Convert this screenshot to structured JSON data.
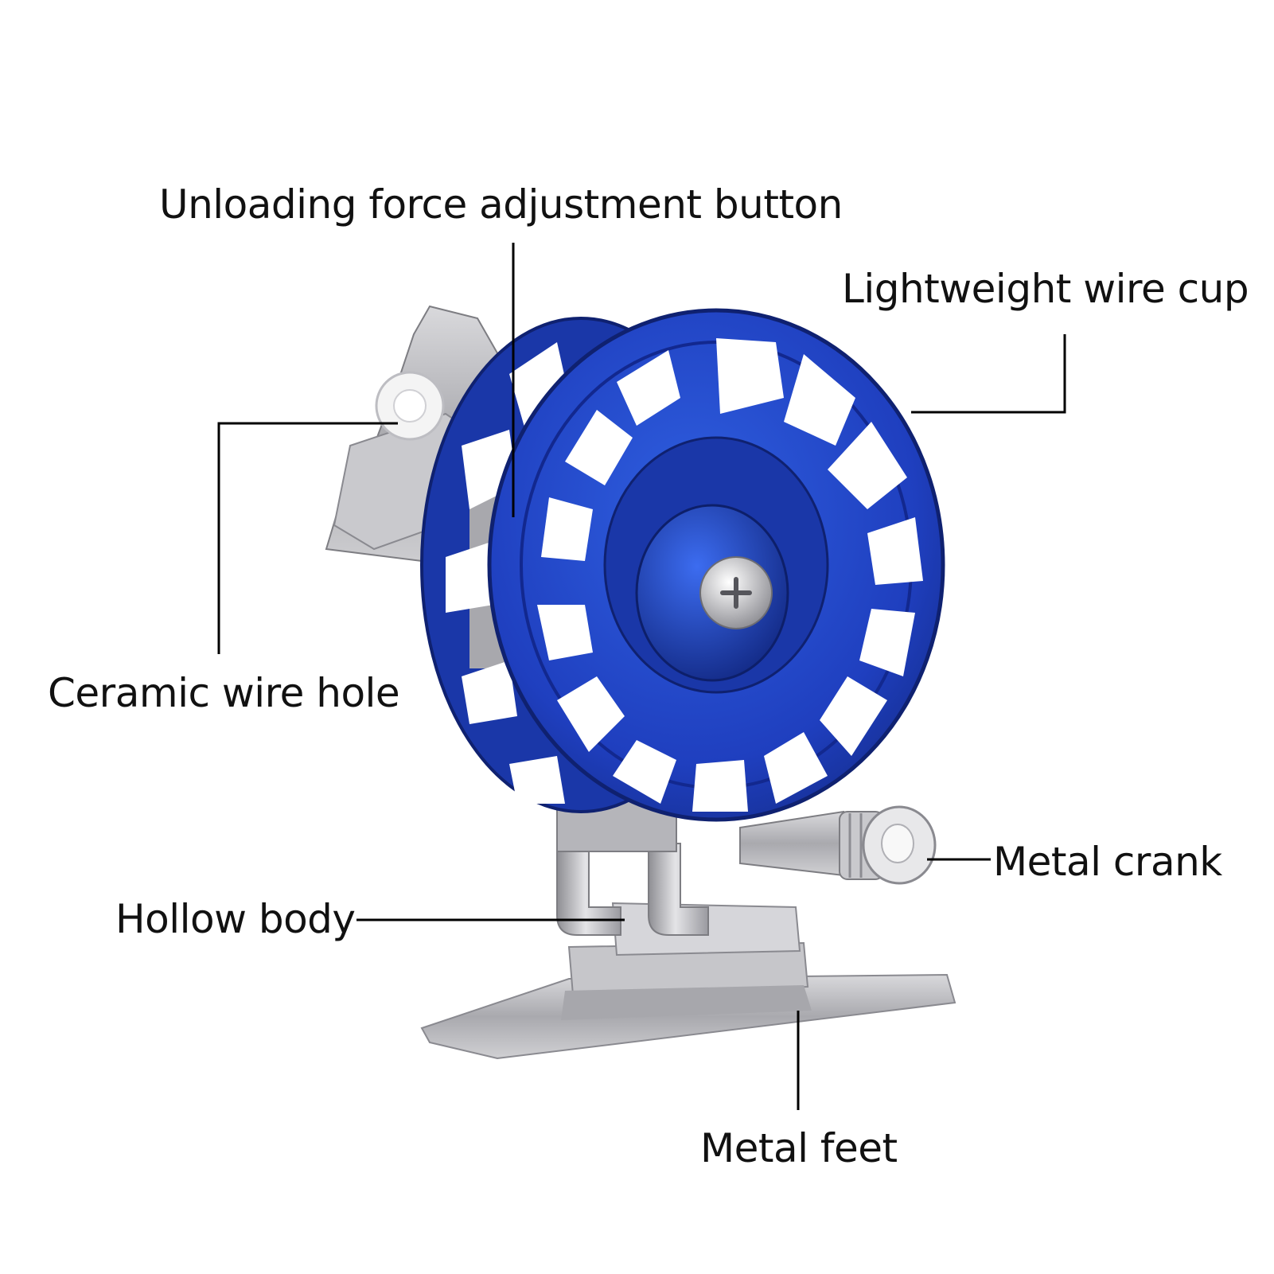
{
  "colors": {
    "background": "#ffffff",
    "reel_blue": "#1f3fbf",
    "reel_blue_dark": "#0f2170",
    "metal": "#b8b8bc",
    "metal_dark": "#7d7d82",
    "ceramic": "#f2f2f2",
    "text": "#111111",
    "leader": "#000000"
  },
  "labels": {
    "unloading": "Unloading force adjustment button",
    "cup": "Lightweight wire cup",
    "ceramic": "Ceramic wire hole",
    "crank": "Metal crank",
    "hollow": "Hollow body",
    "feet": "Metal feet"
  }
}
